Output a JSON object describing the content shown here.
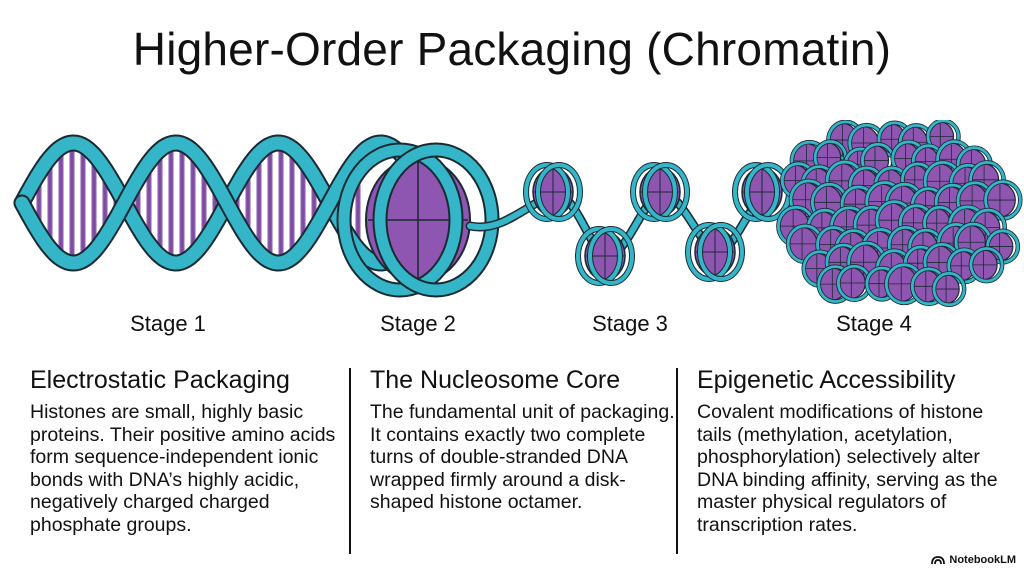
{
  "title": "Higher-Order Packaging (Chromatin)",
  "stages": [
    {
      "label": "Stage 1"
    },
    {
      "label": "Stage 2"
    },
    {
      "label": "Stage 3"
    },
    {
      "label": "Stage 4"
    }
  ],
  "columns": [
    {
      "heading": "Electrostatic Packaging",
      "body": "Histones are small, highly basic proteins. Their positive amino acids form sequence-independent ionic bonds with DNA’s highly acidic, negatively charged charged phosphate groups."
    },
    {
      "heading": "The Nucleosome Core",
      "body": "The fundamental unit of packaging. It contains exactly two complete turns of double-stranded DNA wrapped firmly around a disk-shaped histone octamer."
    },
    {
      "heading": "Epigenetic Accessibility",
      "body": "Covalent modifications of histone tails (methylation, acetylation, phosphorylation) selectively alter DNA binding affinity, serving as the master physical regulators of transcription rates."
    }
  ],
  "brand": "NotebookLM",
  "colors": {
    "dna_strand": "#35b6c8",
    "histone": "#8e55b1",
    "rungs": "#8e55b1",
    "outline": "#1a2a33"
  },
  "icons": {
    "brand": "notebooklm-logo-icon"
  }
}
